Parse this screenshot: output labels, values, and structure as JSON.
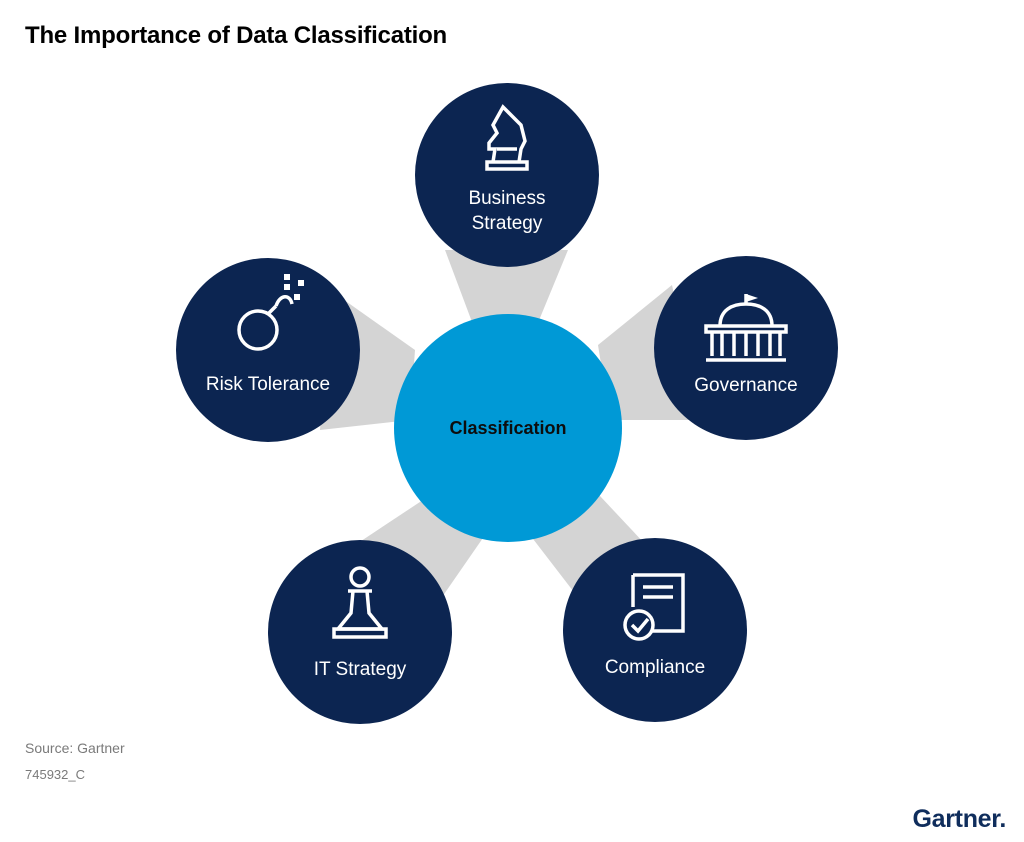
{
  "title": "The Importance of Data Classification",
  "center": {
    "label": "Classification",
    "color": "#0099d6"
  },
  "nodes": [
    {
      "id": "business-strategy",
      "lines": [
        "Business",
        "Strategy"
      ],
      "icon": "chess-knight-icon"
    },
    {
      "id": "governance",
      "lines": [
        "Governance"
      ],
      "icon": "government-building-icon"
    },
    {
      "id": "compliance",
      "lines": [
        "Compliance"
      ],
      "icon": "document-check-icon"
    },
    {
      "id": "it-strategy",
      "lines": [
        "IT Strategy"
      ],
      "icon": "chess-pawn-icon"
    },
    {
      "id": "risk-tolerance",
      "lines": [
        "Risk Tolerance"
      ],
      "icon": "bomb-icon"
    }
  ],
  "colors": {
    "node": "#0c2551",
    "connector": "#d4d4d4",
    "center": "#0099d6"
  },
  "footer": {
    "source": "Source: Gartner",
    "id": "745932_C"
  },
  "logo": {
    "text": "Gartner",
    "dot": "."
  }
}
